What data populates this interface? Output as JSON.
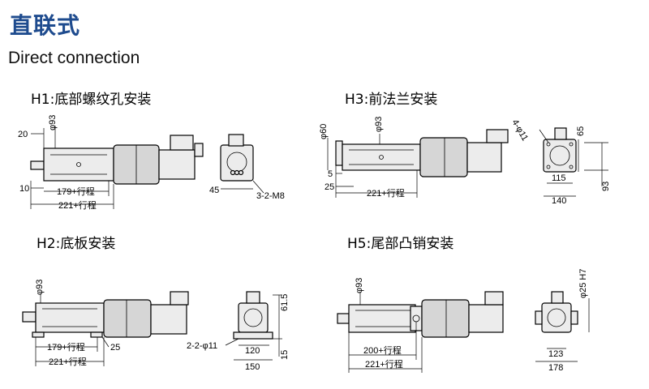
{
  "header": {
    "title_cn": "直联式",
    "title_en": "Direct connection"
  },
  "sections": {
    "h1": {
      "label": "H1:底部螺纹孔安装",
      "dims": {
        "d20": "20",
        "d93": "φ93",
        "d10": "10",
        "d179": "179+行程",
        "d221": "221+行程",
        "d45": "45",
        "dm8": "3-2-M8"
      }
    },
    "h3": {
      "label": "H3:前法兰安装",
      "dims": {
        "d60": "φ60",
        "d93": "φ93",
        "d5": "5",
        "d25": "25",
        "d221": "221+行程",
        "d11": "4-φ11",
        "d65": "65",
        "d93v": "93",
        "d115": "115",
        "d140": "140"
      }
    },
    "h2": {
      "label": "H2:底板安装",
      "dims": {
        "d93": "φ93",
        "d179": "179+行程",
        "d25": "25",
        "d221": "221+行程",
        "d11": "2-2-φ11",
        "d120": "120",
        "d150": "150",
        "d615": "61.5",
        "d15": "15"
      }
    },
    "h5": {
      "label": "H5:尾部凸销安装",
      "dims": {
        "d93": "φ93",
        "d200": "200+行程",
        "d221": "221+行程",
        "d25h7": "φ25 H7",
        "d123": "123",
        "d178": "178"
      }
    }
  }
}
